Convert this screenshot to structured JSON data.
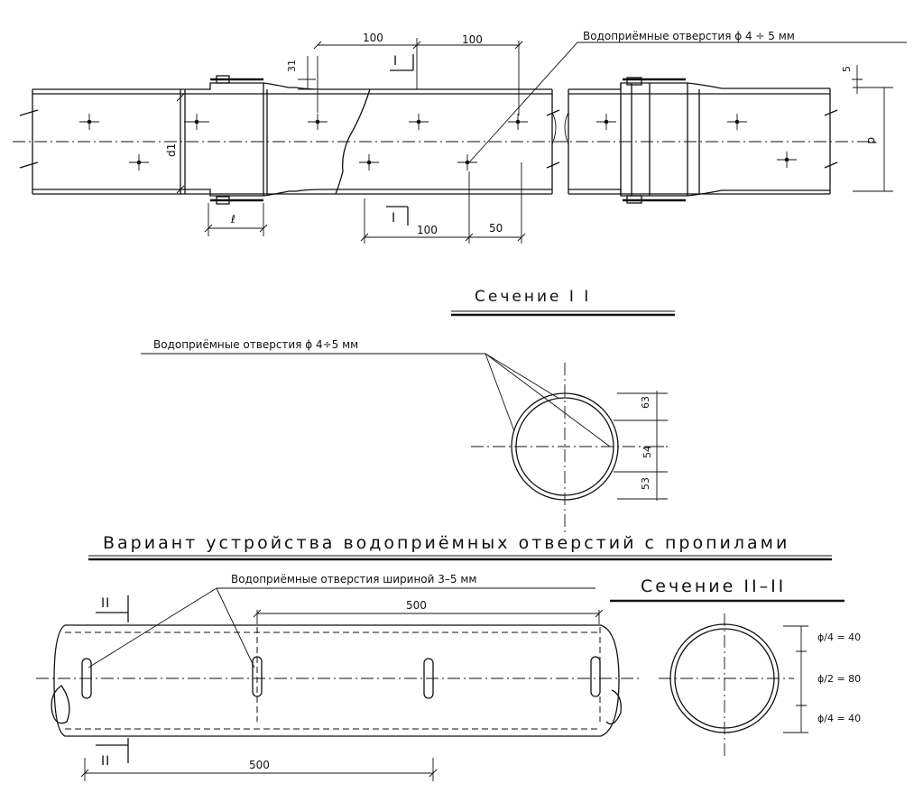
{
  "top_view": {
    "callout": "Водоприёмные отверстия ϕ 4 ÷ 5 мм",
    "dim_top_left": "100",
    "dim_top_right": "100",
    "dim_bottom_left": "100",
    "dim_bottom_right": "50",
    "dim_wall": "31",
    "dim_right_wall": "5",
    "label_d1": "d1",
    "label_d": "d",
    "label_l": "ℓ",
    "section_mark_top": "I",
    "section_mark_bottom": "I"
  },
  "section_1": {
    "title": "Сечение  I   I",
    "callout": "Водоприёмные отверстия ϕ 4÷5 мм",
    "dim_top": "63",
    "dim_mid": "54",
    "dim_bottom": "53"
  },
  "variant": {
    "title": "Вариант устройства водоприёмных отверстий с пропилами",
    "callout": "Водоприёмные отверстия шириной 3–5 мм",
    "dim_top": "500",
    "dim_bottom": "500",
    "section_mark_top": "II",
    "section_mark_bottom": "II"
  },
  "section_2": {
    "title": "Сечение  II–II",
    "dim_top": "ϕ/4 = 40",
    "dim_mid": "ϕ/2 = 80",
    "dim_bottom": "ϕ/4 = 40"
  },
  "colors": {
    "ink": "#111111",
    "paper": "#ffffff"
  }
}
